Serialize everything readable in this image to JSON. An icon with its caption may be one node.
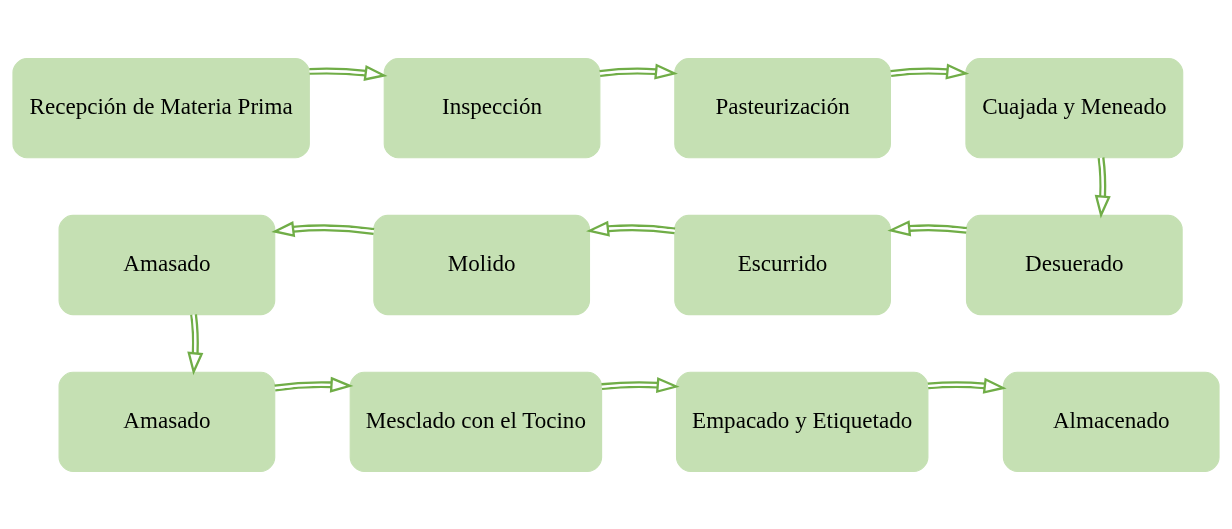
{
  "diagram": {
    "nodes": [
      {
        "text": [
          "Recepción de Materia Prima"
        ]
      },
      {
        "text": [
          "Inspección"
        ]
      },
      {
        "text": [
          "Pasteurización"
        ]
      },
      {
        "text": [
          "Cuajada y Meneado"
        ]
      },
      {
        "text": [
          "Desuerado"
        ]
      },
      {
        "text": [
          "Escurrido"
        ]
      },
      {
        "text": [
          "Molido"
        ]
      },
      {
        "text": [
          "Amasado"
        ]
      },
      {
        "text": [
          "Amasado"
        ]
      },
      {
        "text": [
          "Mesclado con el Tocino"
        ]
      },
      {
        "text": [
          "Empacado y Etiquetado"
        ]
      },
      {
        "text": [
          "Almacenado"
        ]
      }
    ],
    "edges": [
      {
        "from": 0,
        "to": 1,
        "arrow": "to"
      },
      {
        "from": 1,
        "to": 2,
        "arrow": "to"
      },
      {
        "from": 2,
        "to": 3,
        "arrow": "to"
      },
      {
        "from": 3,
        "to": 4,
        "arrow": "to"
      },
      {
        "from": 4,
        "to": 5,
        "arrow": "to"
      },
      {
        "from": 5,
        "to": 6,
        "arrow": "to"
      },
      {
        "from": 6,
        "to": 7,
        "arrow": "to"
      },
      {
        "from": 7,
        "to": 8,
        "arrow": "to"
      },
      {
        "from": 8,
        "to": 9,
        "arrow": "to"
      },
      {
        "from": 9,
        "to": 10,
        "arrow": "to"
      },
      {
        "from": 10,
        "to": 11,
        "arrow": "to"
      }
    ]
  }
}
